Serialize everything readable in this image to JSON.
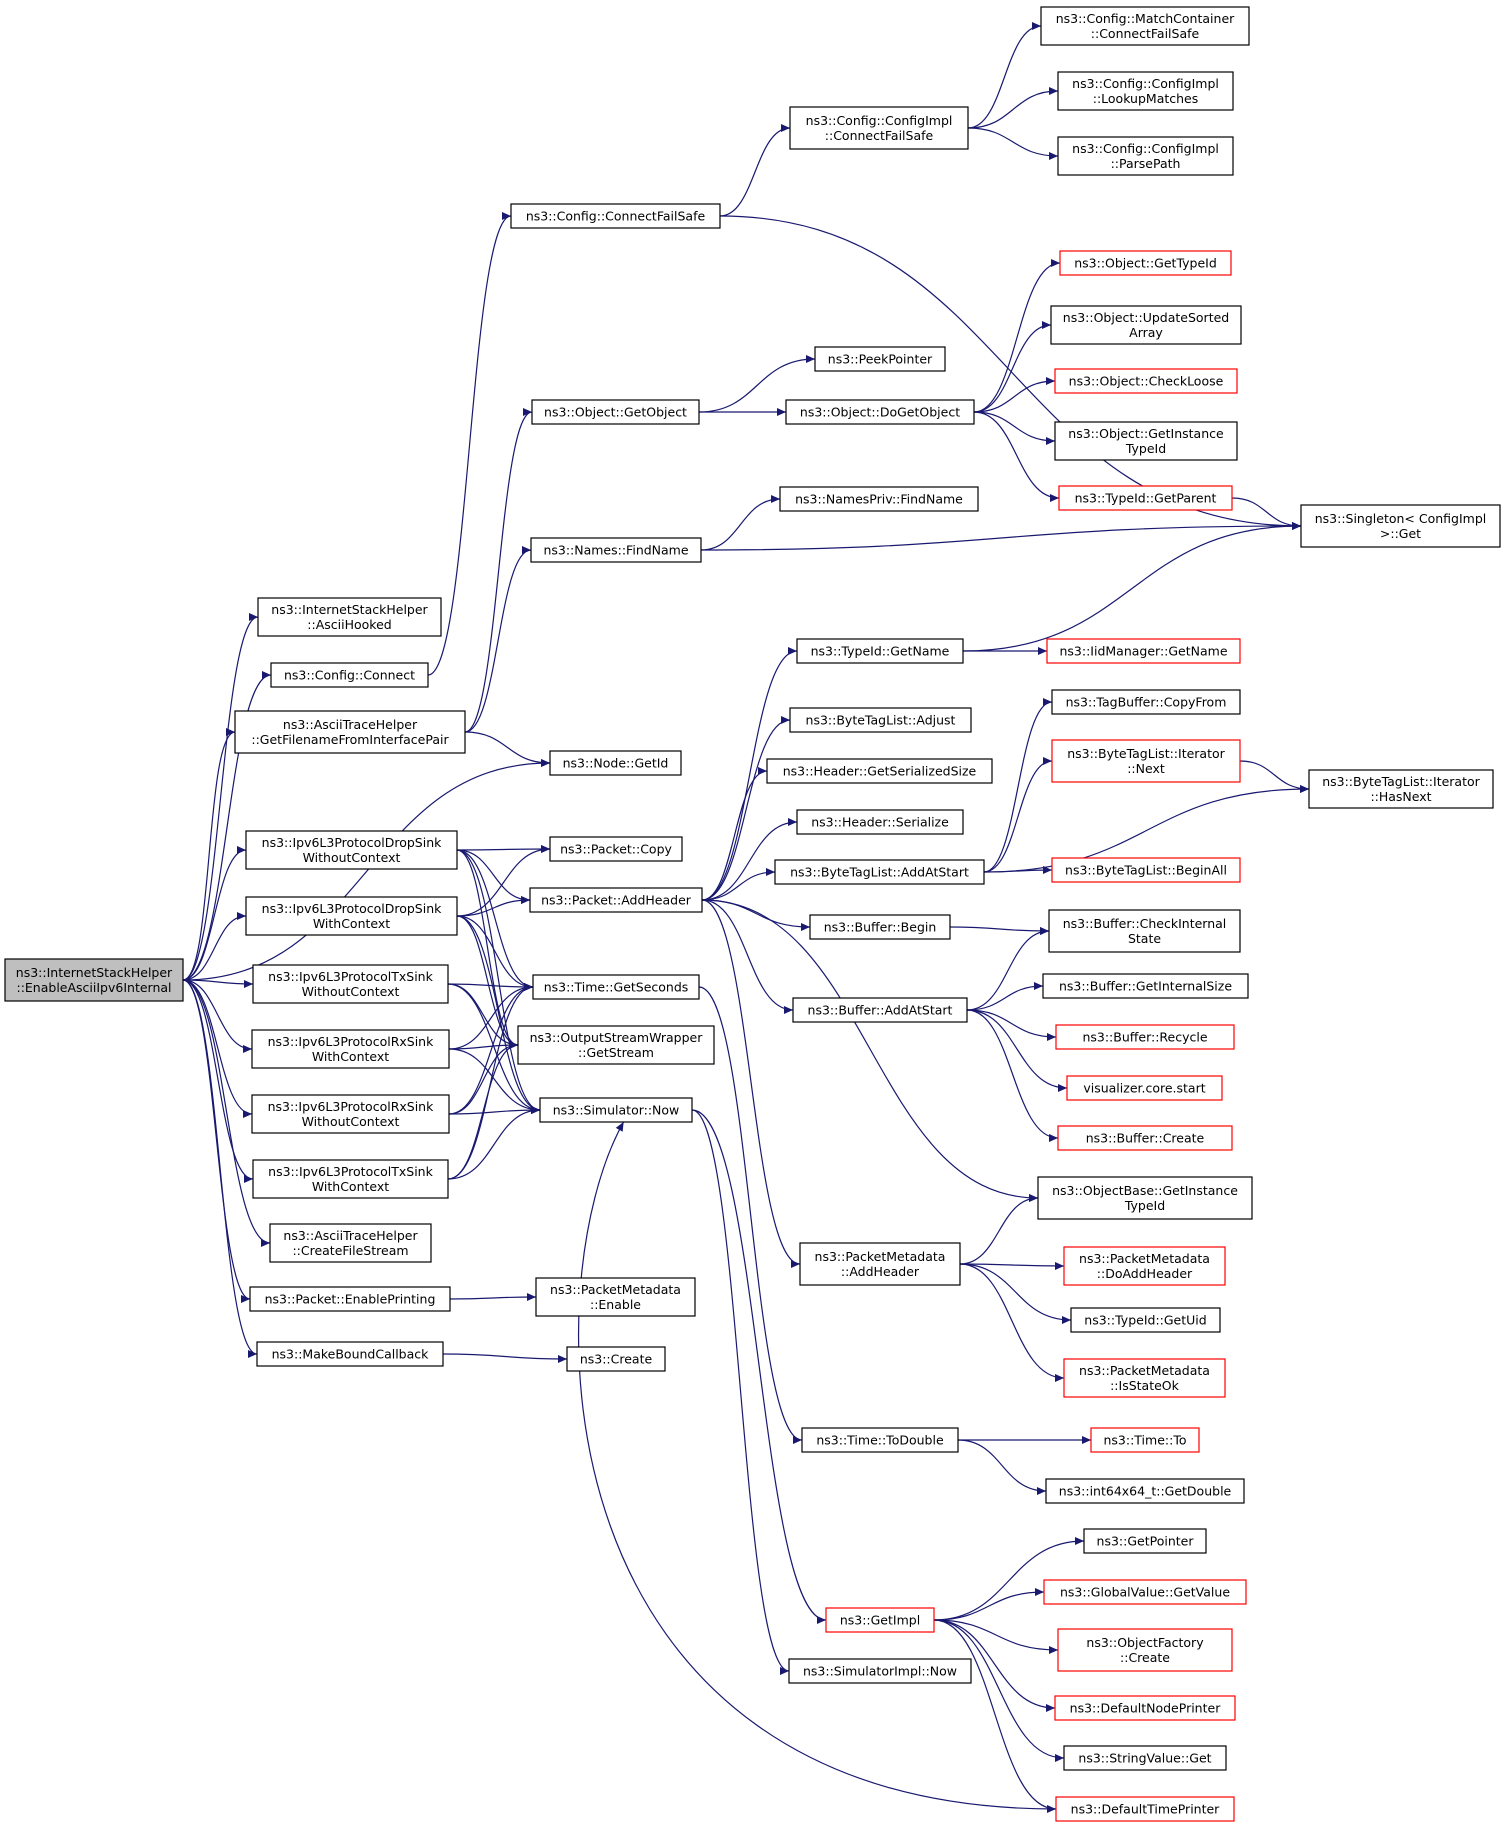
{
  "diagram": {
    "type": "call-graph",
    "colors": {
      "edge": "#191970",
      "node_border": "#000000",
      "truncated_node_border": "#ff0000",
      "root_fill": "#bfbfbf"
    },
    "nodes": [
      {
        "id": "root",
        "lines": [
          "ns3::InternetStackHelper",
          "::EnableAsciiIpv6Internal"
        ],
        "root": true
      },
      {
        "id": "asciiHooked",
        "lines": [
          "ns3::InternetStackHelper",
          "::AsciiHooked"
        ]
      },
      {
        "id": "configConnect",
        "lines": [
          "ns3::Config::Connect"
        ]
      },
      {
        "id": "getFilename",
        "lines": [
          "ns3::AsciiTraceHelper",
          "::GetFilenameFromInterfacePair"
        ]
      },
      {
        "id": "dropSinkNoCtx",
        "lines": [
          "ns3::Ipv6L3ProtocolDropSink",
          "WithoutContext"
        ]
      },
      {
        "id": "dropSinkCtx",
        "lines": [
          "ns3::Ipv6L3ProtocolDropSink",
          "WithContext"
        ]
      },
      {
        "id": "txSinkNoCtx",
        "lines": [
          "ns3::Ipv6L3ProtocolTxSink",
          "WithoutContext"
        ]
      },
      {
        "id": "rxSinkCtx",
        "lines": [
          "ns3::Ipv6L3ProtocolRxSink",
          "WithContext"
        ]
      },
      {
        "id": "rxSinkNoCtx",
        "lines": [
          "ns3::Ipv6L3ProtocolRxSink",
          "WithoutContext"
        ]
      },
      {
        "id": "txSinkCtx",
        "lines": [
          "ns3::Ipv6L3ProtocolTxSink",
          "WithContext"
        ]
      },
      {
        "id": "createFileStream",
        "lines": [
          "ns3::AsciiTraceHelper",
          "::CreateFileStream"
        ]
      },
      {
        "id": "enablePrinting",
        "lines": [
          "ns3::Packet::EnablePrinting"
        ]
      },
      {
        "id": "makeBound",
        "lines": [
          "ns3::MakeBoundCallback"
        ]
      },
      {
        "id": "configConnectFailSafe",
        "lines": [
          "ns3::Config::ConnectFailSafe"
        ]
      },
      {
        "id": "objGetObject",
        "lines": [
          "ns3::Object::GetObject"
        ]
      },
      {
        "id": "namesFindName",
        "lines": [
          "ns3::Names::FindName"
        ]
      },
      {
        "id": "nodeGetId",
        "lines": [
          "ns3::Node::GetId"
        ]
      },
      {
        "id": "packetCopy",
        "lines": [
          "ns3::Packet::Copy"
        ]
      },
      {
        "id": "packetAddHeader",
        "lines": [
          "ns3::Packet::AddHeader"
        ]
      },
      {
        "id": "timeGetSeconds",
        "lines": [
          "ns3::Time::GetSeconds"
        ]
      },
      {
        "id": "oswGetStream",
        "lines": [
          "ns3::OutputStreamWrapper",
          "::GetStream"
        ]
      },
      {
        "id": "simNow",
        "lines": [
          "ns3::Simulator::Now"
        ]
      },
      {
        "id": "pmEnable",
        "lines": [
          "ns3::PacketMetadata",
          "::Enable"
        ]
      },
      {
        "id": "create",
        "lines": [
          "ns3::Create"
        ]
      },
      {
        "id": "cfgImplCFS",
        "lines": [
          "ns3::Config::ConfigImpl",
          "::ConnectFailSafe"
        ]
      },
      {
        "id": "peekPointer",
        "lines": [
          "ns3::PeekPointer"
        ]
      },
      {
        "id": "doGetObject",
        "lines": [
          "ns3::Object::DoGetObject"
        ]
      },
      {
        "id": "namesPrivFind",
        "lines": [
          "ns3::NamesPriv::FindName"
        ]
      },
      {
        "id": "typeIdGetName",
        "lines": [
          "ns3::TypeId::GetName"
        ]
      },
      {
        "id": "btlAdjust",
        "lines": [
          "ns3::ByteTagList::Adjust"
        ]
      },
      {
        "id": "hdrGetSerSize",
        "lines": [
          "ns3::Header::GetSerializedSize"
        ]
      },
      {
        "id": "hdrSerialize",
        "lines": [
          "ns3::Header::Serialize"
        ]
      },
      {
        "id": "btlAddAtStart",
        "lines": [
          "ns3::ByteTagList::AddAtStart"
        ]
      },
      {
        "id": "bufBegin",
        "lines": [
          "ns3::Buffer::Begin"
        ]
      },
      {
        "id": "bufAddAtStart",
        "lines": [
          "ns3::Buffer::AddAtStart"
        ]
      },
      {
        "id": "pmAddHeader",
        "lines": [
          "ns3::PacketMetadata",
          "::AddHeader"
        ]
      },
      {
        "id": "timeToDouble",
        "lines": [
          "ns3::Time::ToDouble"
        ]
      },
      {
        "id": "getImpl",
        "lines": [
          "ns3::GetImpl"
        ],
        "red": true
      },
      {
        "id": "simImplNow",
        "lines": [
          "ns3::SimulatorImpl::Now"
        ]
      },
      {
        "id": "mcCFS",
        "lines": [
          "ns3::Config::MatchContainer",
          "::ConnectFailSafe"
        ]
      },
      {
        "id": "cfgLookup",
        "lines": [
          "ns3::Config::ConfigImpl",
          "::LookupMatches"
        ]
      },
      {
        "id": "cfgParsePath",
        "lines": [
          "ns3::Config::ConfigImpl",
          "::ParsePath"
        ]
      },
      {
        "id": "objGetTypeId",
        "lines": [
          "ns3::Object::GetTypeId"
        ],
        "red": true
      },
      {
        "id": "objUpdSorted",
        "lines": [
          "ns3::Object::UpdateSorted",
          "Array"
        ]
      },
      {
        "id": "objCheckLoose",
        "lines": [
          "ns3::Object::CheckLoose"
        ],
        "red": true
      },
      {
        "id": "objGetInstTid",
        "lines": [
          "ns3::Object::GetInstance",
          "TypeId"
        ]
      },
      {
        "id": "tidGetParent",
        "lines": [
          "ns3::TypeId::GetParent"
        ],
        "red": true
      },
      {
        "id": "singletonGet",
        "lines": [
          "ns3::Singleton< ConfigImpl",
          ">::Get"
        ]
      },
      {
        "id": "iidGetName",
        "lines": [
          "ns3::IidManager::GetName"
        ],
        "red": true
      },
      {
        "id": "tbCopyFrom",
        "lines": [
          "ns3::TagBuffer::CopyFrom"
        ]
      },
      {
        "id": "btlItNext",
        "lines": [
          "ns3::ByteTagList::Iterator",
          "::Next"
        ],
        "red": true
      },
      {
        "id": "btlItHasNext",
        "lines": [
          "ns3::ByteTagList::Iterator",
          "::HasNext"
        ]
      },
      {
        "id": "btlBeginAll",
        "lines": [
          "ns3::ByteTagList::BeginAll"
        ],
        "red": true
      },
      {
        "id": "bufCheckInt",
        "lines": [
          "ns3::Buffer::CheckInternal",
          "State"
        ]
      },
      {
        "id": "bufGetIntSize",
        "lines": [
          "ns3::Buffer::GetInternalSize"
        ]
      },
      {
        "id": "bufRecycle",
        "lines": [
          "ns3::Buffer::Recycle"
        ],
        "red": true
      },
      {
        "id": "vizStart",
        "lines": [
          "visualizer.core.start"
        ],
        "red": true
      },
      {
        "id": "bufCreate",
        "lines": [
          "ns3::Buffer::Create"
        ],
        "red": true
      },
      {
        "id": "objBaseGetInst",
        "lines": [
          "ns3::ObjectBase::GetInstance",
          "TypeId"
        ]
      },
      {
        "id": "pmDoAddHeader",
        "lines": [
          "ns3::PacketMetadata",
          "::DoAddHeader"
        ],
        "red": true
      },
      {
        "id": "tidGetUid",
        "lines": [
          "ns3::TypeId::GetUid"
        ]
      },
      {
        "id": "pmIsStateOk",
        "lines": [
          "ns3::PacketMetadata",
          "::IsStateOk"
        ],
        "red": true
      },
      {
        "id": "timeTo",
        "lines": [
          "ns3::Time::To"
        ],
        "red": true
      },
      {
        "id": "i64GetDouble",
        "lines": [
          "ns3::int64x64_t::GetDouble"
        ]
      },
      {
        "id": "getPointer",
        "lines": [
          "ns3::GetPointer"
        ]
      },
      {
        "id": "gvGetValue",
        "lines": [
          "ns3::GlobalValue::GetValue"
        ],
        "red": true
      },
      {
        "id": "ofCreate",
        "lines": [
          "ns3::ObjectFactory",
          "::Create"
        ],
        "red": true
      },
      {
        "id": "defNodePrinter",
        "lines": [
          "ns3::DefaultNodePrinter"
        ],
        "red": true
      },
      {
        "id": "svGet",
        "lines": [
          "ns3::StringValue::Get"
        ]
      },
      {
        "id": "defTimePrinter",
        "lines": [
          "ns3::DefaultTimePrinter"
        ],
        "red": true
      }
    ],
    "edges": [
      [
        "root",
        "asciiHooked"
      ],
      [
        "root",
        "configConnect"
      ],
      [
        "root",
        "getFilename"
      ],
      [
        "root",
        "nodeGetId"
      ],
      [
        "root",
        "dropSinkNoCtx"
      ],
      [
        "root",
        "dropSinkCtx"
      ],
      [
        "root",
        "txSinkNoCtx"
      ],
      [
        "root",
        "rxSinkCtx"
      ],
      [
        "root",
        "rxSinkNoCtx"
      ],
      [
        "root",
        "txSinkCtx"
      ],
      [
        "root",
        "createFileStream"
      ],
      [
        "root",
        "enablePrinting"
      ],
      [
        "root",
        "makeBound"
      ],
      [
        "configConnect",
        "configConnectFailSafe"
      ],
      [
        "getFilename",
        "objGetObject"
      ],
      [
        "getFilename",
        "namesFindName"
      ],
      [
        "getFilename",
        "nodeGetId"
      ],
      [
        "dropSinkNoCtx",
        "packetCopy"
      ],
      [
        "dropSinkNoCtx",
        "packetAddHeader"
      ],
      [
        "dropSinkNoCtx",
        "timeGetSeconds"
      ],
      [
        "dropSinkNoCtx",
        "oswGetStream"
      ],
      [
        "dropSinkNoCtx",
        "simNow"
      ],
      [
        "dropSinkCtx",
        "packetCopy"
      ],
      [
        "dropSinkCtx",
        "packetAddHeader"
      ],
      [
        "dropSinkCtx",
        "timeGetSeconds"
      ],
      [
        "dropSinkCtx",
        "oswGetStream"
      ],
      [
        "dropSinkCtx",
        "simNow"
      ],
      [
        "txSinkNoCtx",
        "timeGetSeconds"
      ],
      [
        "txSinkNoCtx",
        "oswGetStream"
      ],
      [
        "txSinkNoCtx",
        "simNow"
      ],
      [
        "rxSinkCtx",
        "timeGetSeconds"
      ],
      [
        "rxSinkCtx",
        "oswGetStream"
      ],
      [
        "rxSinkCtx",
        "simNow"
      ],
      [
        "rxSinkNoCtx",
        "timeGetSeconds"
      ],
      [
        "rxSinkNoCtx",
        "oswGetStream"
      ],
      [
        "rxSinkNoCtx",
        "simNow"
      ],
      [
        "txSinkCtx",
        "timeGetSeconds"
      ],
      [
        "txSinkCtx",
        "oswGetStream"
      ],
      [
        "txSinkCtx",
        "simNow"
      ],
      [
        "enablePrinting",
        "pmEnable"
      ],
      [
        "makeBound",
        "create"
      ],
      [
        "configConnectFailSafe",
        "cfgImplCFS"
      ],
      [
        "configConnectFailSafe",
        "singletonGet"
      ],
      [
        "cfgImplCFS",
        "mcCFS"
      ],
      [
        "cfgImplCFS",
        "cfgLookup"
      ],
      [
        "cfgImplCFS",
        "cfgParsePath"
      ],
      [
        "objGetObject",
        "peekPointer"
      ],
      [
        "objGetObject",
        "doGetObject"
      ],
      [
        "doGetObject",
        "objGetTypeId"
      ],
      [
        "doGetObject",
        "objUpdSorted"
      ],
      [
        "doGetObject",
        "objCheckLoose"
      ],
      [
        "doGetObject",
        "objGetInstTid"
      ],
      [
        "doGetObject",
        "tidGetParent"
      ],
      [
        "tidGetParent",
        "singletonGet"
      ],
      [
        "namesFindName",
        "namesPrivFind"
      ],
      [
        "namesFindName",
        "singletonGet"
      ],
      [
        "packetAddHeader",
        "typeIdGetName"
      ],
      [
        "packetAddHeader",
        "btlAdjust"
      ],
      [
        "packetAddHeader",
        "hdrGetSerSize"
      ],
      [
        "packetAddHeader",
        "hdrSerialize"
      ],
      [
        "packetAddHeader",
        "btlAddAtStart"
      ],
      [
        "packetAddHeader",
        "bufBegin"
      ],
      [
        "packetAddHeader",
        "bufAddAtStart"
      ],
      [
        "packetAddHeader",
        "objBaseGetInst"
      ],
      [
        "packetAddHeader",
        "pmAddHeader"
      ],
      [
        "typeIdGetName",
        "iidGetName"
      ],
      [
        "typeIdGetName",
        "singletonGet"
      ],
      [
        "btlAddAtStart",
        "tbCopyFrom"
      ],
      [
        "btlAddAtStart",
        "btlItNext"
      ],
      [
        "btlAddAtStart",
        "btlItHasNext"
      ],
      [
        "btlAddAtStart",
        "btlBeginAll"
      ],
      [
        "btlItNext",
        "btlItHasNext"
      ],
      [
        "bufBegin",
        "bufCheckInt"
      ],
      [
        "bufAddAtStart",
        "bufCheckInt"
      ],
      [
        "bufAddAtStart",
        "bufGetIntSize"
      ],
      [
        "bufAddAtStart",
        "bufRecycle"
      ],
      [
        "bufAddAtStart",
        "vizStart"
      ],
      [
        "bufAddAtStart",
        "bufCreate"
      ],
      [
        "pmAddHeader",
        "objBaseGetInst"
      ],
      [
        "pmAddHeader",
        "pmDoAddHeader"
      ],
      [
        "pmAddHeader",
        "tidGetUid"
      ],
      [
        "pmAddHeader",
        "pmIsStateOk"
      ],
      [
        "timeGetSeconds",
        "timeToDouble"
      ],
      [
        "timeToDouble",
        "timeTo"
      ],
      [
        "timeToDouble",
        "i64GetDouble"
      ],
      [
        "simNow",
        "getImpl"
      ],
      [
        "simNow",
        "simImplNow"
      ],
      [
        "getImpl",
        "getPointer"
      ],
      [
        "getImpl",
        "gvGetValue"
      ],
      [
        "getImpl",
        "ofCreate"
      ],
      [
        "getImpl",
        "defNodePrinter"
      ],
      [
        "getImpl",
        "svGet"
      ],
      [
        "getImpl",
        "defTimePrinter"
      ],
      [
        "defTimePrinter",
        "simNow"
      ]
    ]
  }
}
